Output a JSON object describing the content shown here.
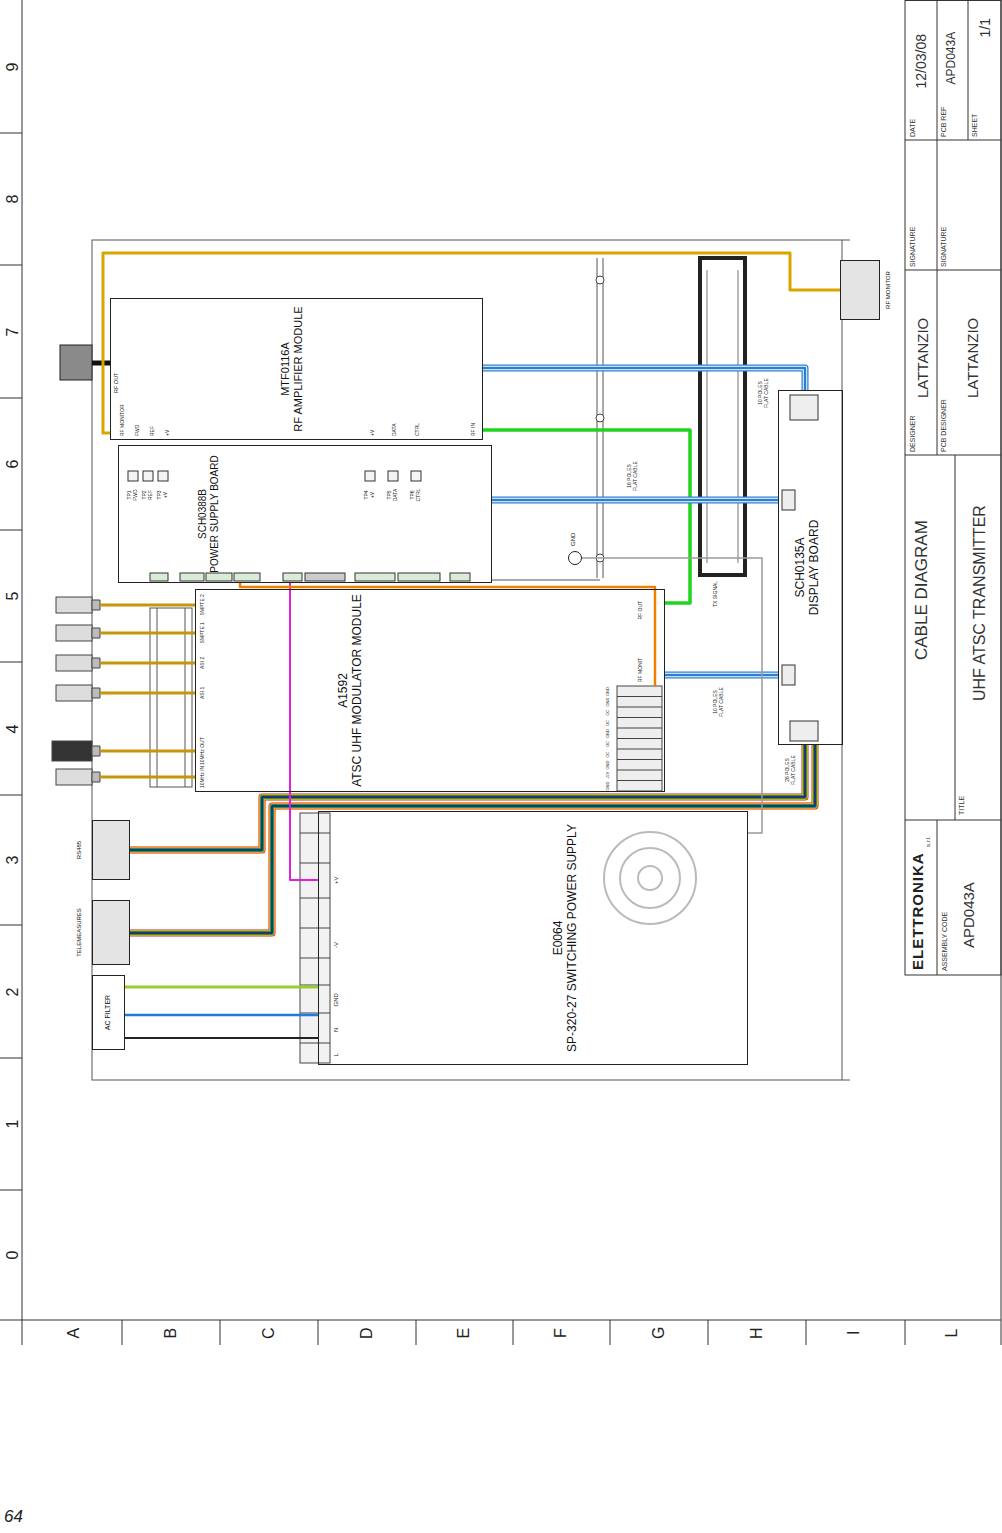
{
  "diagram": {
    "nodes": [
      {
        "text": [
          "MTF0116A",
          "RF AMPLIFIER MODULE"
        ]
      },
      {
        "text": [
          "SCH0388B",
          "POWER SUPPLY BOARD"
        ]
      },
      {
        "text": [
          "A1592",
          "ATSC UHF MODULATOR MODULE"
        ]
      },
      {
        "text": [
          "SCH0135A",
          "DISPLAY BOARD"
        ]
      },
      {
        "text": [
          "E0064",
          "SP-320-27 SWITCHING POWER SUPPLY"
        ]
      },
      {
        "text": [
          "AC FILTER"
        ]
      },
      {
        "text": [
          "TELEMEASURES"
        ]
      },
      {
        "text": [
          "RS485"
        ]
      },
      {
        "text": [
          "RF MONITOR"
        ]
      },
      {
        "text": [
          "GND"
        ]
      }
    ],
    "edges": [
      {
        "from": 2,
        "to": 0,
        "arrow": "none"
      },
      {
        "from": 8,
        "to": 0,
        "arrow": "none"
      },
      {
        "from": 0,
        "to": 3,
        "arrow": "none"
      },
      {
        "from": 1,
        "to": 3,
        "arrow": "none"
      },
      {
        "from": 2,
        "to": 3,
        "arrow": "none"
      },
      {
        "from": 3,
        "to": 7,
        "arrow": "none"
      },
      {
        "from": 3,
        "to": 6,
        "arrow": "none"
      },
      {
        "from": 1,
        "to": 4,
        "arrow": "none"
      },
      {
        "from": 1,
        "to": 2,
        "arrow": "none"
      },
      {
        "from": 5,
        "to": 4,
        "arrow": "none"
      },
      {
        "from": 4,
        "to": 9,
        "arrow": "none"
      }
    ],
    "labels": [
      "9",
      "8",
      "7",
      "6",
      "5",
      "4",
      "3",
      "2",
      "1",
      "0",
      "A",
      "B",
      "C",
      "D",
      "E",
      "F",
      "G",
      "H",
      "I",
      "L",
      "64",
      "RF OUT",
      "RF MONITOR",
      "FWD",
      "REF",
      "+V",
      "+V",
      "DATA",
      "CTRL",
      "RF IN",
      "TP1 FWD",
      "TP2 REF",
      "TP3 +V",
      "TP4 +V",
      "TP5 DATA",
      "TP6 CTRL",
      "SMPTE 2",
      "SMPTE 1",
      "ASI 2",
      "ASI 1",
      "10MHz OUT",
      "10MHz IN",
      "RF OUT",
      "RF MONIT",
      "GND",
      "+5V",
      "GND",
      "OC",
      "OC",
      "GND",
      "OC",
      "OC",
      "GND",
      "GND",
      "+V",
      "-V",
      "GND",
      "N",
      "L",
      "16 POLES FLAT CABLE",
      "10 POLES FLAT CABLE",
      "10 POLES FLAT CABLE",
      "26 POLES FLAT CABLE",
      "TX SIGNAL",
      "ASSEMBLY CODE",
      "APD043A",
      "TITLE",
      "CABLE DIAGRAM",
      "UHF ATSC TRANSMITTER",
      "DESIGNER",
      "LATTANZIO",
      "PCB DESIGNER",
      "LATTANZIO",
      "SIGNATURE",
      "SIGNATURE",
      "DATE",
      "12/03/08",
      "PCB REF",
      "APD043A",
      "SHEET",
      "1/1",
      "ELETTRONIKA",
      "s.r.l."
    ]
  }
}
